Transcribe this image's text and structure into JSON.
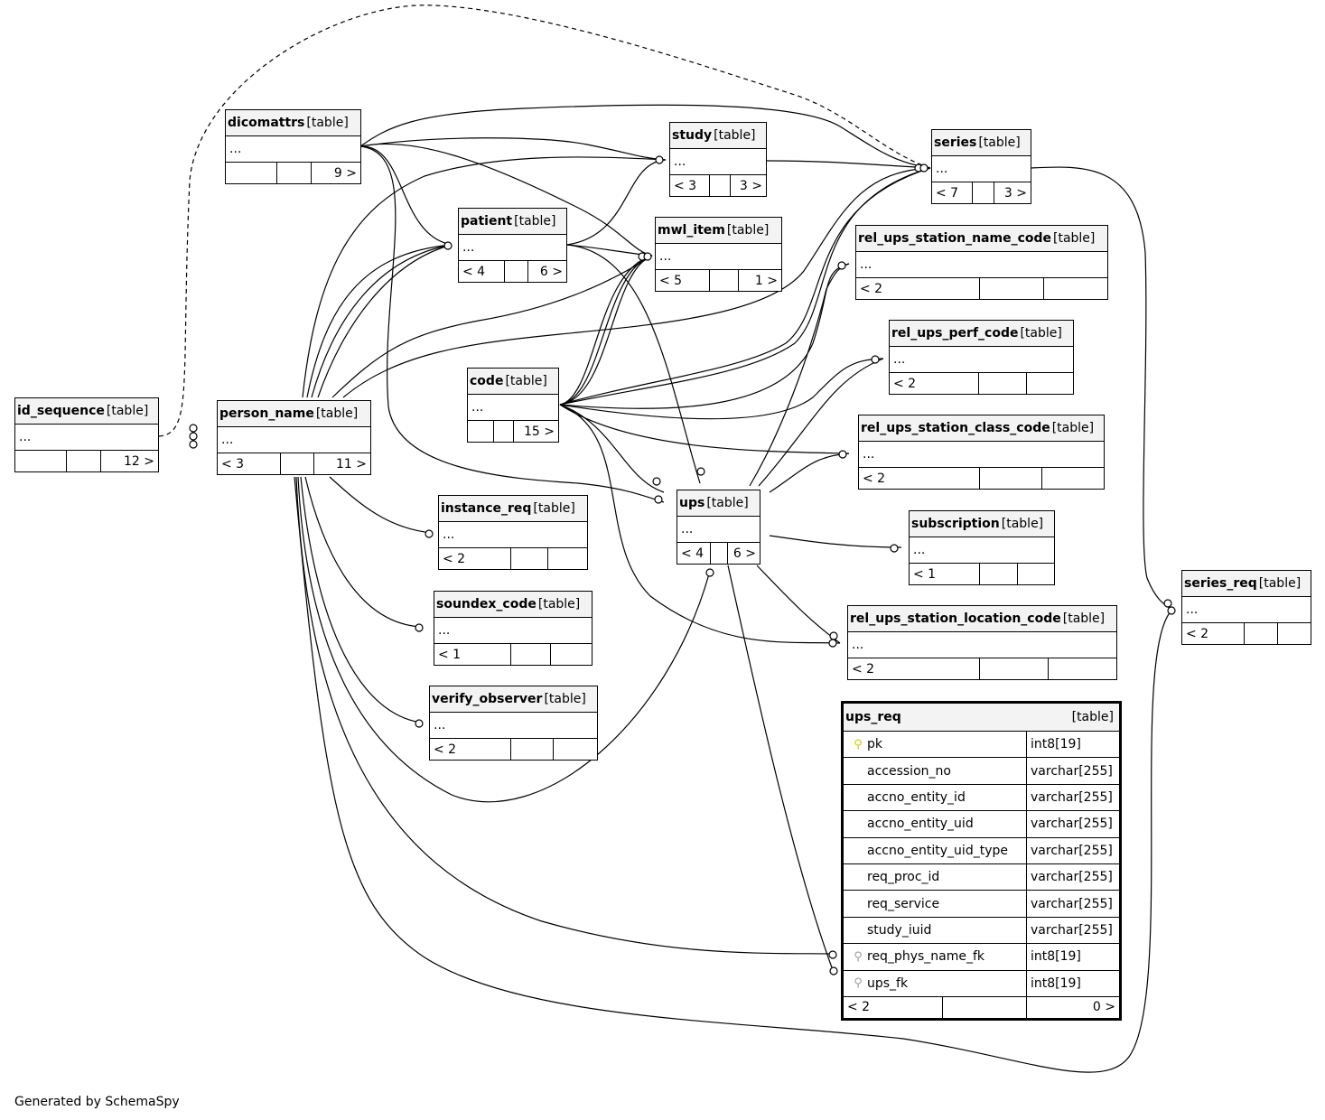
{
  "tables": {
    "dicomattrs": {
      "name": "dicomattrs",
      "kind": "[table]",
      "body": "...",
      "foot": [
        "",
        "",
        "9 >"
      ]
    },
    "study": {
      "name": "study",
      "kind": "[table]",
      "body": "...",
      "foot": [
        "< 3",
        "",
        "3 >"
      ]
    },
    "series": {
      "name": "series",
      "kind": "[table]",
      "body": "...",
      "foot": [
        "< 7",
        "",
        "3 >"
      ]
    },
    "patient": {
      "name": "patient",
      "kind": "[table]",
      "body": "...",
      "foot": [
        "< 4",
        "",
        "6 >"
      ]
    },
    "mwl_item": {
      "name": "mwl_item",
      "kind": "[table]",
      "body": "...",
      "foot": [
        "< 5",
        "",
        "1 >"
      ]
    },
    "rel_ups_station_name_code": {
      "name": "rel_ups_station_name_code",
      "kind": "[table]",
      "body": "...",
      "foot": [
        "< 2",
        "",
        ""
      ]
    },
    "rel_ups_perf_code": {
      "name": "rel_ups_perf_code",
      "kind": "[table]",
      "body": "...",
      "foot": [
        "< 2",
        "",
        ""
      ]
    },
    "code": {
      "name": "code",
      "kind": "[table]",
      "body": "...",
      "foot": [
        "",
        "",
        "15 >"
      ]
    },
    "id_sequence": {
      "name": "id_sequence",
      "kind": "[table]",
      "body": "...",
      "foot": [
        "",
        "",
        "12 >"
      ]
    },
    "person_name": {
      "name": "person_name",
      "kind": "[table]",
      "body": "...",
      "foot": [
        "< 3",
        "",
        "11 >"
      ]
    },
    "rel_ups_station_class_code": {
      "name": "rel_ups_station_class_code",
      "kind": "[table]",
      "body": "...",
      "foot": [
        "< 2",
        "",
        ""
      ]
    },
    "ups": {
      "name": "ups",
      "kind": "[table]",
      "body": "...",
      "foot": [
        "< 4",
        "",
        "6 >"
      ]
    },
    "instance_req": {
      "name": "instance_req",
      "kind": "[table]",
      "body": "...",
      "foot": [
        "< 2",
        "",
        ""
      ]
    },
    "subscription": {
      "name": "subscription",
      "kind": "[table]",
      "body": "...",
      "foot": [
        "< 1",
        "",
        ""
      ]
    },
    "series_req": {
      "name": "series_req",
      "kind": "[table]",
      "body": "...",
      "foot": [
        "< 2",
        "",
        ""
      ]
    },
    "soundex_code": {
      "name": "soundex_code",
      "kind": "[table]",
      "body": "...",
      "foot": [
        "< 1",
        "",
        ""
      ]
    },
    "rel_ups_station_location_code": {
      "name": "rel_ups_station_location_code",
      "kind": "[table]",
      "body": "...",
      "foot": [
        "< 2",
        "",
        ""
      ]
    },
    "verify_observer": {
      "name": "verify_observer",
      "kind": "[table]",
      "body": "...",
      "foot": [
        "< 2",
        "",
        ""
      ]
    }
  },
  "focus_table": {
    "name": "ups_req",
    "kind": "[table]",
    "columns": [
      {
        "name": "pk",
        "type": "int8[19]",
        "key": "pk"
      },
      {
        "name": "accession_no",
        "type": "varchar[255]",
        "key": ""
      },
      {
        "name": "accno_entity_id",
        "type": "varchar[255]",
        "key": ""
      },
      {
        "name": "accno_entity_uid",
        "type": "varchar[255]",
        "key": ""
      },
      {
        "name": "accno_entity_uid_type",
        "type": "varchar[255]",
        "key": ""
      },
      {
        "name": "req_proc_id",
        "type": "varchar[255]",
        "key": ""
      },
      {
        "name": "req_service",
        "type": "varchar[255]",
        "key": ""
      },
      {
        "name": "study_iuid",
        "type": "varchar[255]",
        "key": ""
      },
      {
        "name": "req_phys_name_fk",
        "type": "int8[19]",
        "key": "fk"
      },
      {
        "name": "ups_fk",
        "type": "int8[19]",
        "key": "fk"
      }
    ],
    "foot": [
      "< 2",
      "",
      "0 >"
    ]
  },
  "colors": {
    "header_bg": "#f3f3f3",
    "pk_key": "#d4c800",
    "fk_key": "#a0a0a0"
  },
  "footer": "Generated by SchemaSpy"
}
